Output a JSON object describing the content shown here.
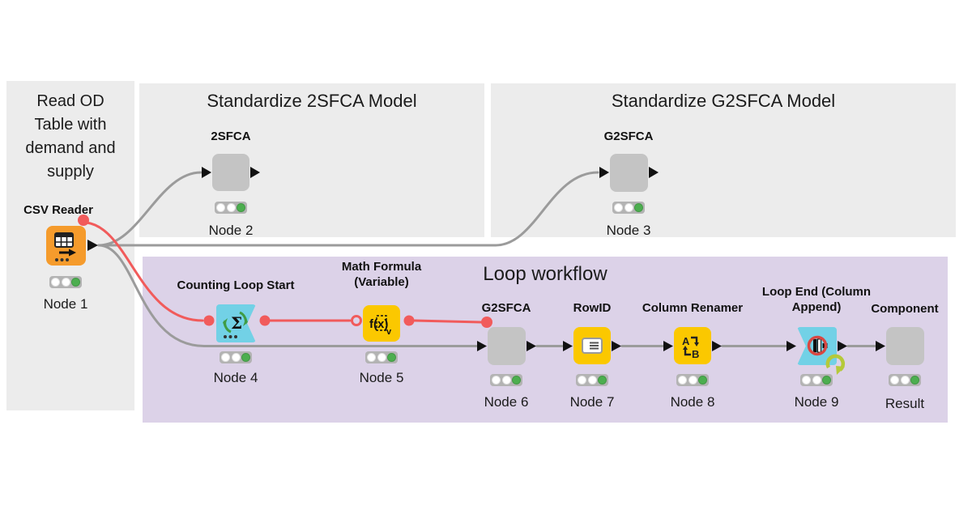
{
  "panels": {
    "read_od": {
      "title": "Read OD\nTable with\ndemand and\nsupply"
    },
    "sfca2": {
      "title": "Standardize 2SFCA  Model"
    },
    "g2sfca": {
      "title": "Standardize G2SFCA Model"
    },
    "loop": {
      "title": "Loop workflow"
    }
  },
  "nodes": [
    {
      "label": "CSV Reader",
      "caption": "Node 1",
      "icon": "csv-reader-table-icon",
      "status": "executed"
    },
    {
      "label": "2SFCA",
      "caption": "Node 2",
      "icon": "metanode-gray-icon",
      "status": "executed"
    },
    {
      "label": "G2SFCA",
      "caption": "Node 3",
      "icon": "metanode-gray-icon",
      "status": "executed"
    },
    {
      "label": "Counting Loop Start",
      "caption": "Node 4",
      "icon": "sigma-loop-icon",
      "status": "executed"
    },
    {
      "label": "Math Formula\n(Variable)",
      "caption": "Node 5",
      "icon": "fx-variable-icon",
      "status": "executed"
    },
    {
      "label": "G2SFCA",
      "caption": "Node 6",
      "icon": "metanode-gray-icon",
      "status": "executed"
    },
    {
      "label": "RowID",
      "caption": "Node 7",
      "icon": "rowid-card-icon",
      "status": "executed"
    },
    {
      "label": "Column Renamer",
      "caption": "Node 8",
      "icon": "a-to-b-rename-icon",
      "status": "executed"
    },
    {
      "label": "Loop End (Column\nAppend)",
      "caption": "Node 9",
      "icon": "loop-end-columns-icon",
      "status": "executed"
    },
    {
      "label": "Component",
      "caption": "Result",
      "icon": "component-gray-icon",
      "status": "executed"
    }
  ],
  "colors": {
    "panel_gray": "#ececec",
    "panel_purple": "#dcd2e8",
    "node_gray": "#c4c4c4",
    "node_yellow": "#fbc800",
    "node_cyan": "#72d1e6",
    "node_orange": "#f59b2c",
    "wire_gray": "#9b9b9b",
    "flow_variable_red": "#f15b5b",
    "status_green": "#4cae4f",
    "loop_arrow_green": "#b5c93a"
  }
}
